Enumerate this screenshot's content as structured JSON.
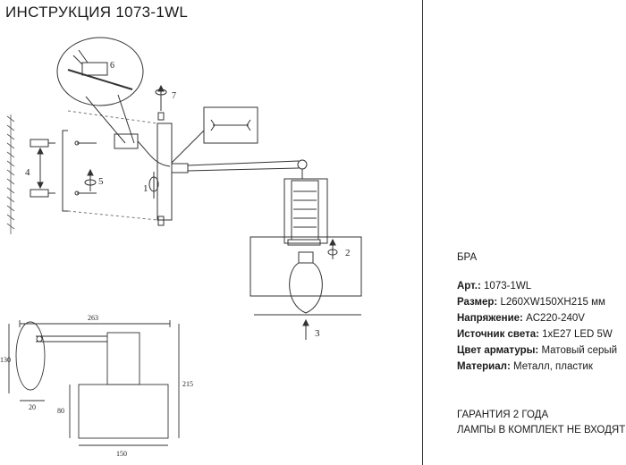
{
  "header": {
    "title": "ИНСТРУКЦИЯ 1073-1WL"
  },
  "product": {
    "type": "БРА",
    "specs": [
      {
        "label": "Арт.:",
        "value": "1073-1WL"
      },
      {
        "label": "Размер:",
        "value": "L260XW150XH215 мм"
      },
      {
        "label": "Напряжение:",
        "value": "AC220-240V"
      },
      {
        "label": "Источник света:",
        "value": "1xE27 LED 5W"
      },
      {
        "label": "Цвет арматуры:",
        "value": "Матовый серый"
      },
      {
        "label": "Материал:",
        "value": "Металл, пластик"
      }
    ],
    "notes": [
      "ГАРАНТИЯ 2 ГОДА",
      "ЛАМПЫ В КОМПЛЕКТ НЕ ВХОДЯТ"
    ]
  },
  "steps": {
    "s1": "1",
    "s2": "2",
    "s3": "3",
    "s4": "4",
    "s5": "5",
    "s6": "6",
    "s7": "7"
  },
  "dimensions": {
    "length": "263",
    "height": "215",
    "plate": "130",
    "depth": "20",
    "shade_h": "80",
    "shade_w": "150"
  }
}
